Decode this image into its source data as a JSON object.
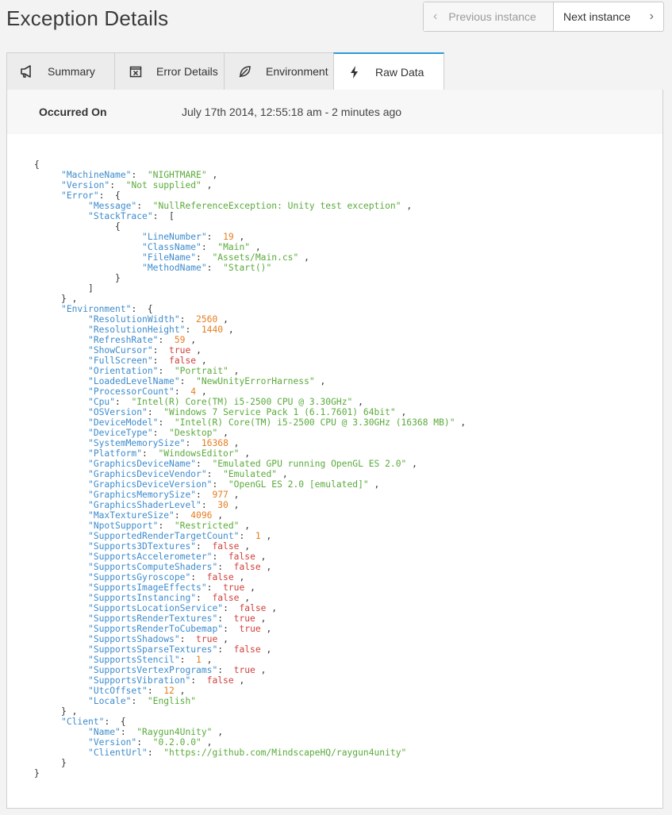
{
  "page": {
    "title": "Exception Details"
  },
  "pager": {
    "previous_label": "Previous instance",
    "next_label": "Next instance"
  },
  "tabs": [
    {
      "label": "Summary",
      "icon": "megaphone-icon"
    },
    {
      "label": "Error Details",
      "icon": "error-box-icon"
    },
    {
      "label": "Environment",
      "icon": "leaf-icon"
    },
    {
      "label": "Raw Data",
      "icon": "lightning-icon",
      "active": true
    }
  ],
  "occurred": {
    "label": "Occurred On",
    "value": "July 17th 2014, 12:55:18 am - 2 minutes ago"
  },
  "raw": {
    "MachineName": "NIGHTMARE",
    "Version": "Not supplied",
    "Error": {
      "Message": "NullReferenceException: Unity test exception",
      "StackTrace": [
        {
          "LineNumber": 19,
          "ClassName": "Main",
          "FileName": "Assets/Main.cs",
          "MethodName": "Start()"
        }
      ]
    },
    "Environment": {
      "ResolutionWidth": 2560,
      "ResolutionHeight": 1440,
      "RefreshRate": 59,
      "ShowCursor": true,
      "FullScreen": false,
      "Orientation": "Portrait",
      "LoadedLevelName": "NewUnityErrorHarness",
      "ProcessorCount": 4,
      "Cpu": "Intel(R) Core(TM) i5-2500 CPU @ 3.30GHz",
      "OSVersion": "Windows 7 Service Pack 1 (6.1.7601) 64bit",
      "DeviceModel": "Intel(R) Core(TM) i5-2500 CPU @ 3.30GHz (16368 MB)",
      "DeviceType": "Desktop",
      "SystemMemorySize": 16368,
      "Platform": "WindowsEditor",
      "GraphicsDeviceName": "Emulated GPU running OpenGL ES 2.0",
      "GraphicsDeviceVendor": "Emulated",
      "GraphicsDeviceVersion": "OpenGL ES 2.0 [emulated]",
      "GraphicsMemorySize": 977,
      "GraphicsShaderLevel": 30,
      "MaxTextureSize": 4096,
      "NpotSupport": "Restricted",
      "SupportedRenderTargetCount": 1,
      "Supports3DTextures": false,
      "SupportsAccelerometer": false,
      "SupportsComputeShaders": false,
      "SupportsGyroscope": false,
      "SupportsImageEffects": true,
      "SupportsInstancing": false,
      "SupportsLocationService": false,
      "SupportsRenderTextures": true,
      "SupportsRenderToCubemap": true,
      "SupportsShadows": true,
      "SupportsSparseTextures": false,
      "SupportsStencil": 1,
      "SupportsVertexPrograms": true,
      "SupportsVibration": false,
      "UtcOffset": 12,
      "Locale": "English"
    },
    "Client": {
      "Name": "Raygun4Unity",
      "Version": "0.2.0.0",
      "ClientUrl": "https://github.com/MindscapeHQ/raygun4unity"
    }
  },
  "colors": {
    "key": "#3e8ccc",
    "string": "#5aab3c",
    "number": "#e57d20",
    "boolean": "#d0413c",
    "tab_accent": "#2e9ad8"
  }
}
